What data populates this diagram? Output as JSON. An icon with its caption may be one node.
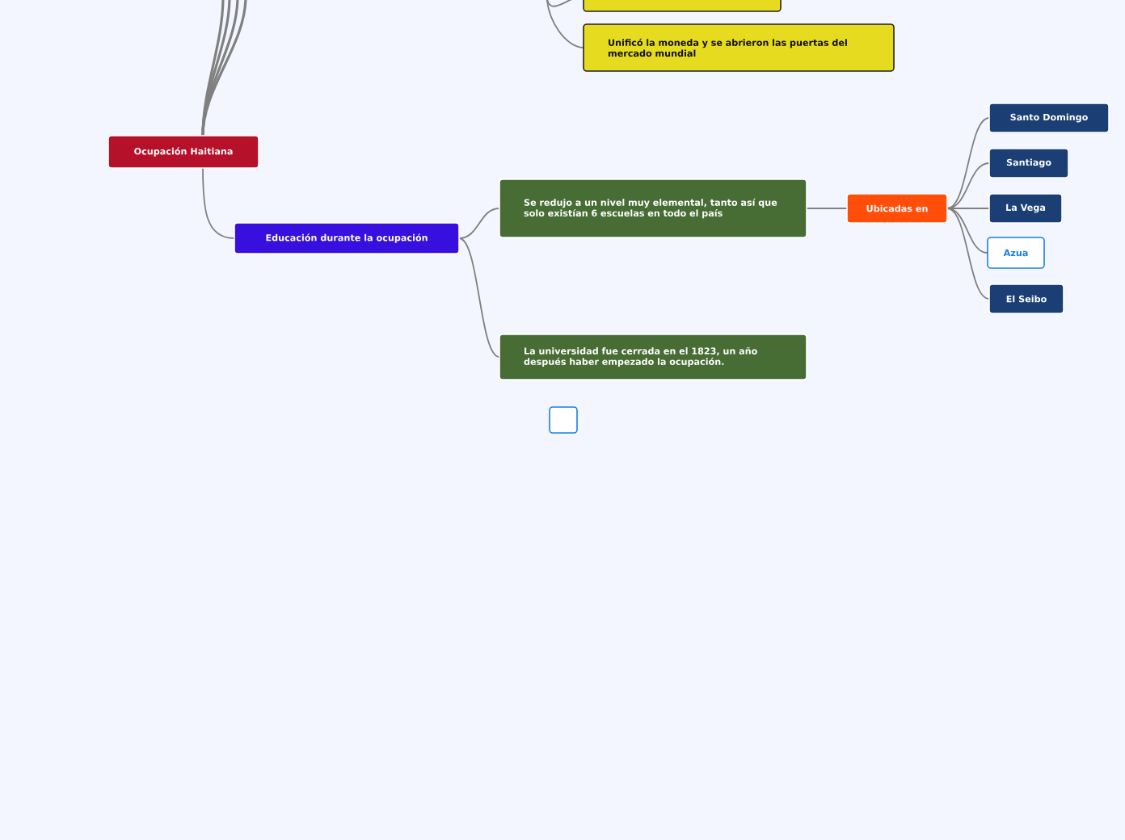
{
  "diagram": {
    "nodes": [
      {
        "text": [
          "Ocupación Haitiana"
        ]
      },
      {
        "text": [],
        "shape": "box"
      },
      {
        "text": [
          "Unificó la moneda y se abrieron las puertas del mercado mundial"
        ]
      },
      {
        "text": [
          "Educación durante la ocupación"
        ]
      },
      {
        "text": [
          "Se redujo a un nivel muy elemental, tanto así que solo existían 6 escuelas en todo el país"
        ]
      },
      {
        "text": [
          "Ubicadas en"
        ]
      },
      {
        "text": [
          "Santo Domingo"
        ]
      },
      {
        "text": [
          "Santiago"
        ]
      },
      {
        "text": [
          "La Vega"
        ]
      },
      {
        "text": [
          "Azua"
        ]
      },
      {
        "text": [
          "El Seibo"
        ]
      },
      {
        "text": [
          "La universidad fue cerrada en el 1823, un año después haber empezado la ocupación."
        ]
      },
      {
        "text": [],
        "shape": "box"
      }
    ],
    "edges": [
      {
        "from": 0,
        "to": 3,
        "arrow": "none"
      },
      {
        "from": 3,
        "to": 4,
        "arrow": "none"
      },
      {
        "from": 3,
        "to": 11,
        "arrow": "none"
      },
      {
        "from": 4,
        "to": 5,
        "arrow": "none"
      },
      {
        "from": 5,
        "to": 6,
        "arrow": "none"
      },
      {
        "from": 5,
        "to": 7,
        "arrow": "none"
      },
      {
        "from": 5,
        "to": 8,
        "arrow": "none"
      },
      {
        "from": 5,
        "to": 9,
        "arrow": "none"
      },
      {
        "from": 5,
        "to": 10,
        "arrow": "none"
      },
      {
        "from": 0,
        "to": null,
        "arrow": "none"
      },
      {
        "from": 0,
        "to": null,
        "arrow": "none"
      },
      {
        "from": 0,
        "to": null,
        "arrow": "none"
      },
      {
        "from": 0,
        "to": null,
        "arrow": "none"
      },
      {
        "from": null,
        "to": 1,
        "arrow": "none"
      },
      {
        "from": null,
        "to": 2,
        "arrow": "none"
      }
    ]
  }
}
